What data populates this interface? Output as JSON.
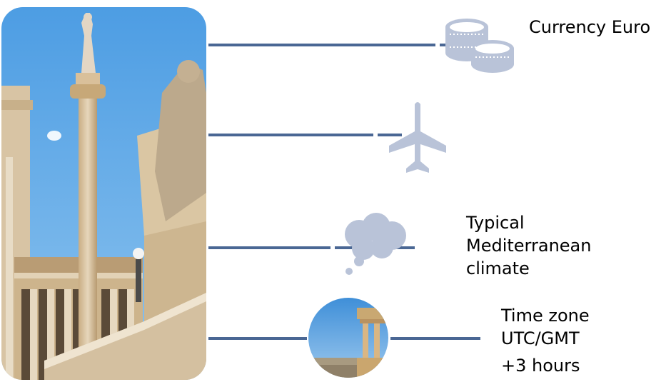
{
  "colors": {
    "connector": "#4a6794",
    "icon": "#b9c3d8",
    "sky": "#6fb2ea",
    "stone": "#d8c4a4"
  },
  "rows": [
    {
      "icon": "coins-icon",
      "lines": [
        "Currency Euro"
      ]
    },
    {
      "icon": "airplane-icon",
      "lines": []
    },
    {
      "icon": "cloud-icon",
      "lines": [
        "Typical",
        "Mediterranean",
        "climate"
      ]
    },
    {
      "icon": "acropolis-photo",
      "lines": [
        "Time zone",
        "UTC/GMT",
        "+3 hours"
      ]
    }
  ]
}
